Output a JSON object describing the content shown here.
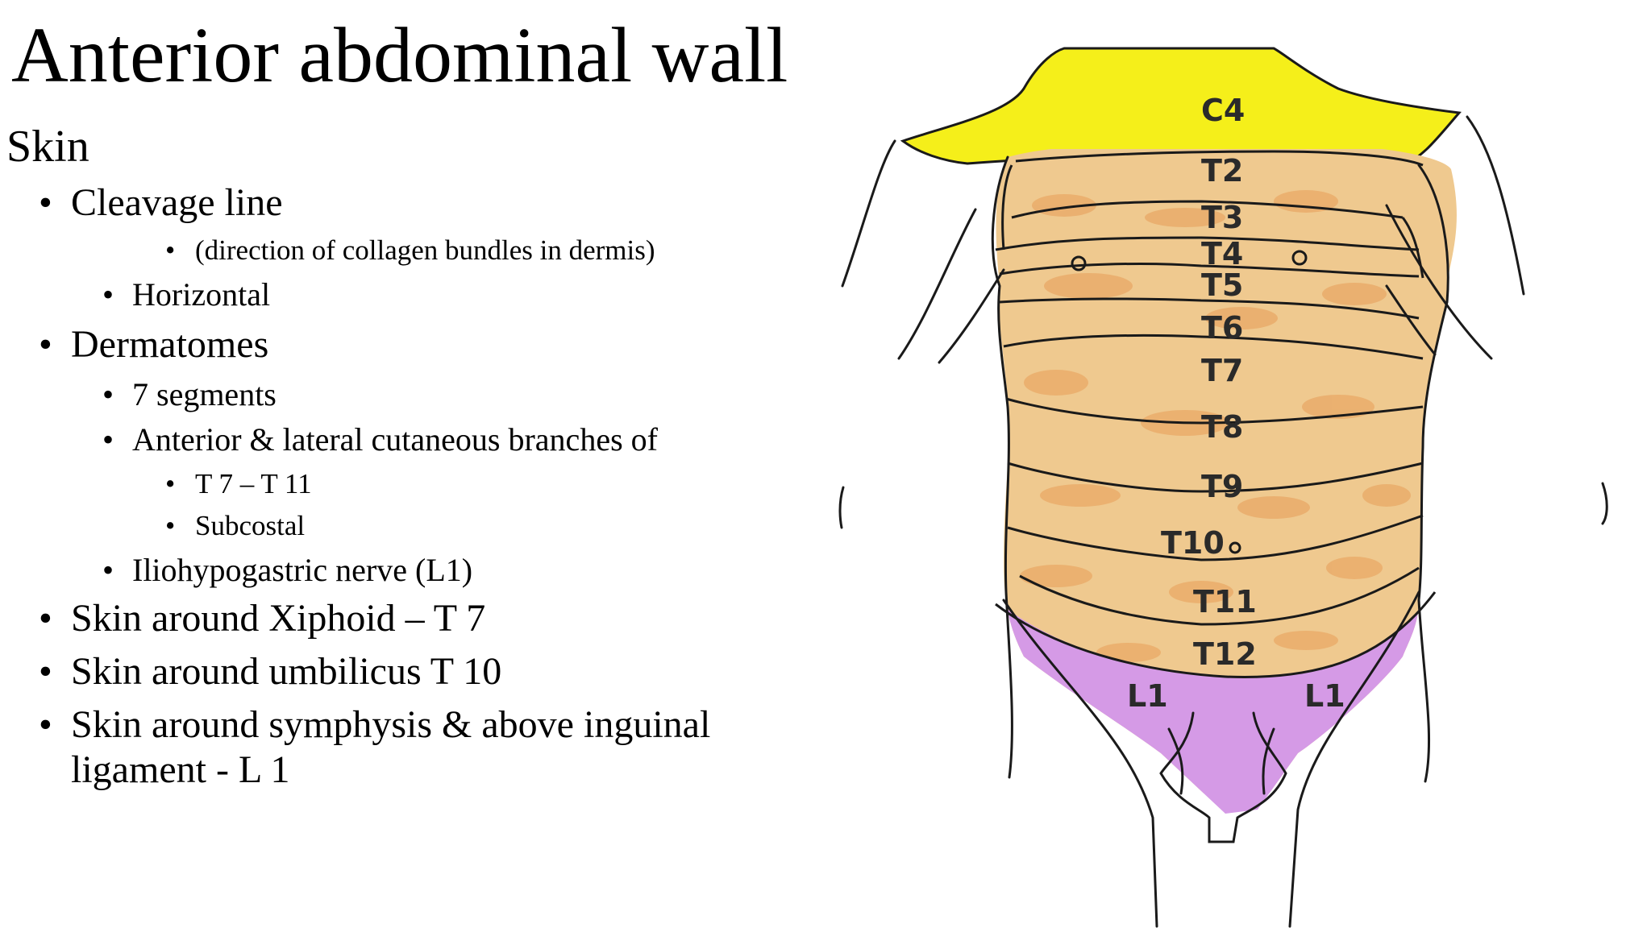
{
  "slide": {
    "title": "Anterior abdominal wall",
    "section": "Skin",
    "bullets": [
      {
        "level": 1,
        "text": "Cleavage line"
      },
      {
        "level": 3,
        "text": "(direction of collagen bundles in dermis)"
      },
      {
        "level": 2,
        "text": "Horizontal"
      },
      {
        "level": 1,
        "text": "Dermatomes"
      },
      {
        "level": 2,
        "text": "7 segments"
      },
      {
        "level": 2,
        "text": "Anterior & lateral cutaneous branches of"
      },
      {
        "level": 3,
        "text": "T 7 – T 11"
      },
      {
        "level": 3,
        "text": "Subcostal"
      },
      {
        "level": 2,
        "text": "Iliohypogastric nerve (L1)"
      },
      {
        "level": 1,
        "text": "Skin around Xiphoid – T 7"
      },
      {
        "level": 1,
        "text": "Skin around umbilicus T 10"
      },
      {
        "level": 1,
        "text": "Skin around symphysis & above inguinal"
      },
      {
        "level": 1,
        "text": "ligament - L 1"
      }
    ],
    "bullet_char": "•"
  },
  "diagram": {
    "labels": {
      "c4": "C4",
      "t2": "T2",
      "t3": "T3",
      "t4": "T4",
      "t5": "T5",
      "t6": "T6",
      "t7": "T7",
      "t8": "T8",
      "t9": "T9",
      "t10": "T10",
      "t11": "T11",
      "t12": "T12",
      "l1_left": "L1",
      "l1_right": "L1"
    },
    "colors": {
      "c4": "#f5ef1a",
      "thoracic": "#efc98f",
      "thoracic_spots": "#e9a866",
      "lumbar": "#d59ae6",
      "outline": "#1a1a1a"
    }
  }
}
